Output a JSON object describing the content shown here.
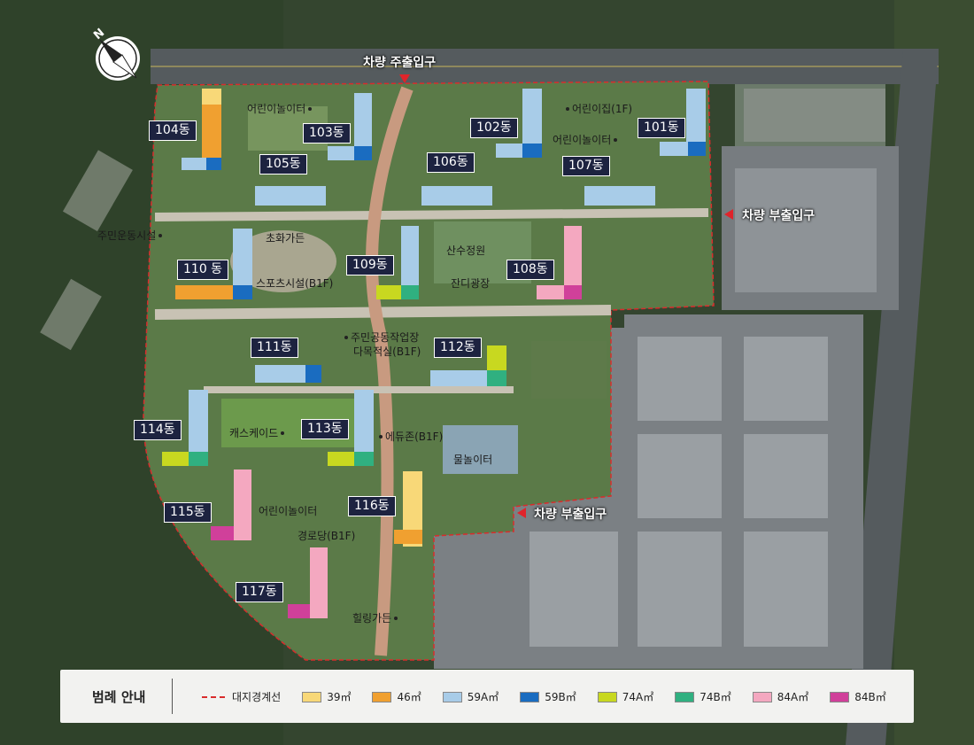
{
  "colors": {
    "39": "#f8d878",
    "46": "#f0a030",
    "59A": "#a8cce8",
    "59B": "#1a6cc0",
    "74A": "#c8d820",
    "74B": "#30b080",
    "84A": "#f4a8c0",
    "84B": "#d0409a",
    "boundary": "#d92c2c"
  },
  "compass": {
    "label": "N"
  },
  "entrances": {
    "main": "차량 주출입구",
    "sub_east": "차량 부출입구",
    "sub_south": "차량 부출입구"
  },
  "buildings": {
    "b101": "101동",
    "b102": "102동",
    "b103": "103동",
    "b104": "104동",
    "b105": "105동",
    "b106": "106동",
    "b107": "107동",
    "b108": "108동",
    "b109": "109동",
    "b110": "110 동",
    "b111": "111동",
    "b112": "112동",
    "b113": "113동",
    "b114": "114동",
    "b115": "115동",
    "b116": "116동",
    "b117": "117동"
  },
  "facilities": {
    "playground_103": "어린이놀이터",
    "daycare": "어린이집(1F)",
    "playground_107": "어린이놀이터",
    "sports_facility": "주민운동시설",
    "grass_garden": "초화가든",
    "sports_b1": "스포츠시설(B1F)",
    "mountain_garden": "산수정원",
    "lawn_plaza": "잔디광장",
    "workshop": "주민공동작업장",
    "multipurpose": "다목적실(B1F)",
    "cascade": "캐스케이드",
    "eduzone": "에듀존(B1F)",
    "water_play": "물놀이터",
    "playground_115": "어린이놀이터",
    "senior_center": "경로당(B1F)",
    "healing_garden": "힐링가든"
  },
  "legend": {
    "title": "범례 안내",
    "boundary": "대지경계선",
    "u39": "39㎡",
    "u46": "46㎡",
    "u59A": "59A㎡",
    "u59B": "59B㎡",
    "u74A": "74A㎡",
    "u74B": "74B㎡",
    "u84A": "84A㎡",
    "u84B": "84B㎡"
  }
}
